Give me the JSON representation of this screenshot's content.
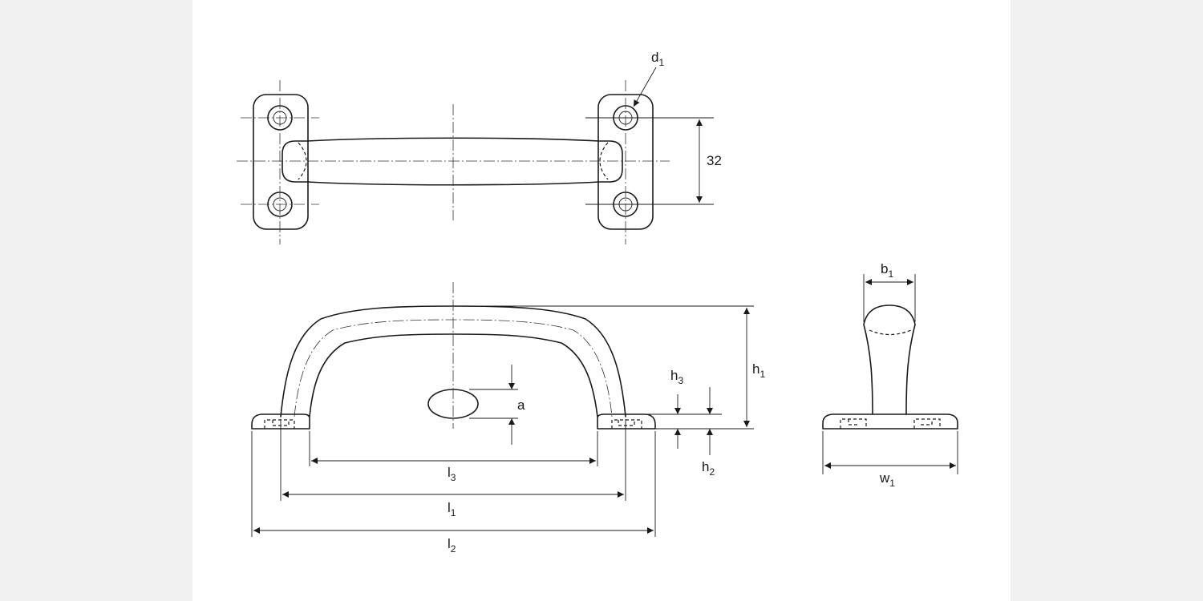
{
  "dimensions": {
    "d1": {
      "main": "d",
      "sub": "1"
    },
    "spacing": {
      "main": "32"
    },
    "b1": {
      "main": "b",
      "sub": "1"
    },
    "h1": {
      "main": "h",
      "sub": "1"
    },
    "h2": {
      "main": "h",
      "sub": "2"
    },
    "h3": {
      "main": "h",
      "sub": "3"
    },
    "a": {
      "main": "a"
    },
    "l1": {
      "main": "l",
      "sub": "1"
    },
    "l2": {
      "main": "l",
      "sub": "2"
    },
    "l3": {
      "main": "l",
      "sub": "3"
    },
    "w1": {
      "main": "w",
      "sub": "1"
    }
  },
  "colors": {
    "line": "#1a1a1a",
    "sheet": "#ffffff",
    "background": "#f0f0f0"
  }
}
